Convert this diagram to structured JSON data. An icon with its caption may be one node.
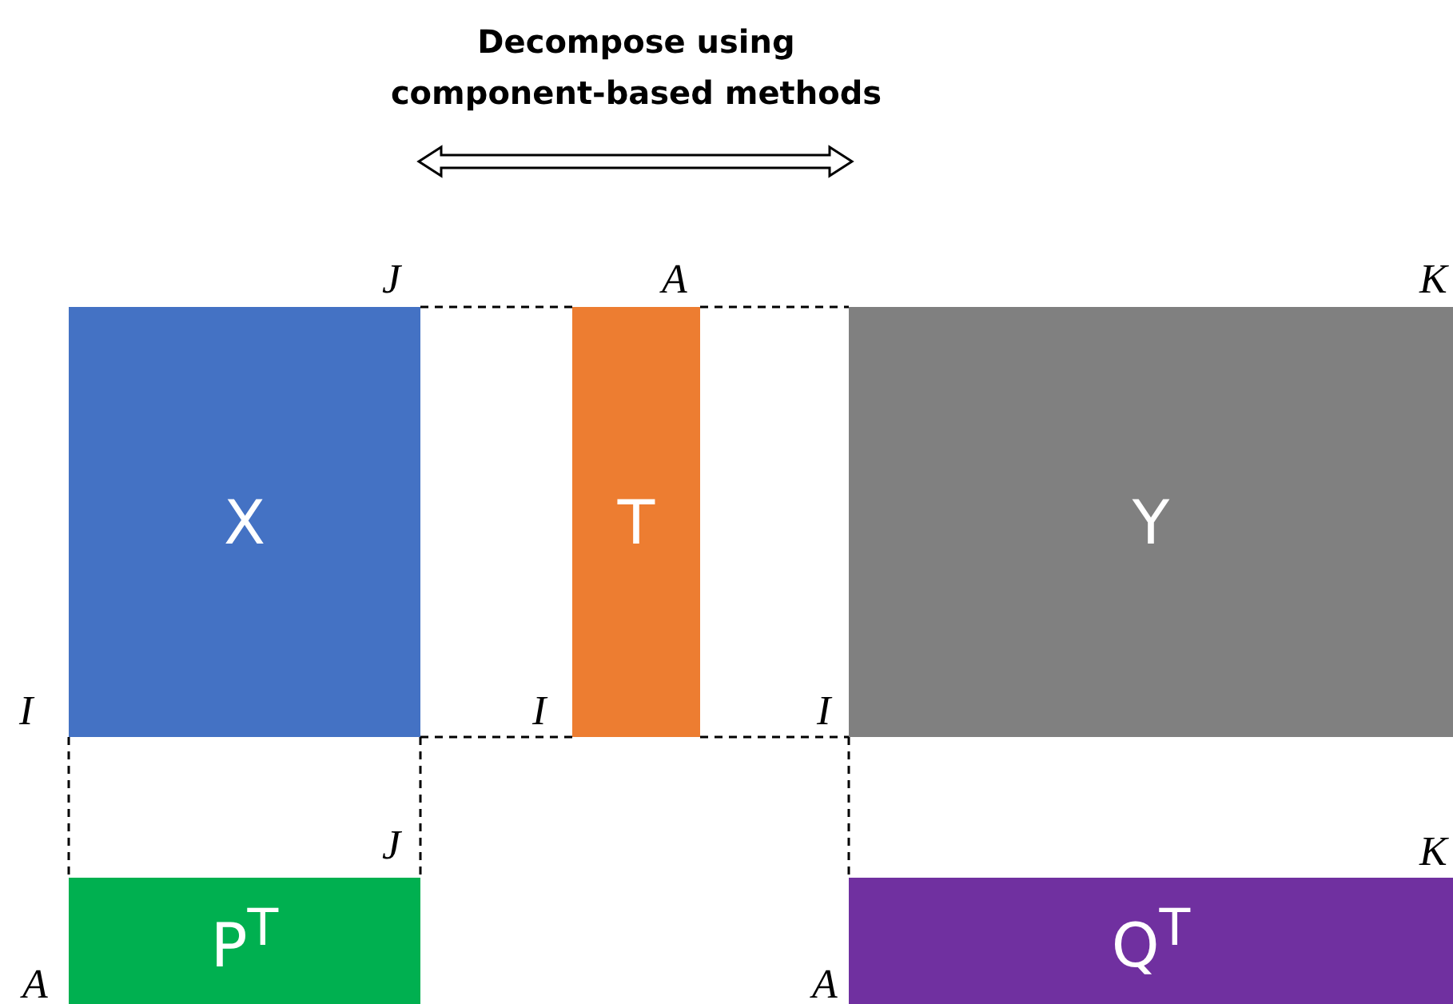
{
  "diagram": {
    "title": "Decompose using component-based methods",
    "nodes": [
      {
        "text": [
          "X"
        ]
      },
      {
        "text": [
          "T"
        ]
      },
      {
        "text": [
          "Y"
        ]
      },
      {
        "text": [
          "P$^{T}$"
        ]
      },
      {
        "text": [
          "Q$^{T}$"
        ]
      }
    ],
    "edges": [
      {
        "from": 0,
        "to": 1,
        "arrow": "none",
        "style": "dashed"
      },
      {
        "from": 1,
        "to": 2,
        "arrow": "none",
        "style": "dashed"
      },
      {
        "from": 0,
        "to": 1,
        "arrow": "none",
        "style": "dashed"
      },
      {
        "from": 1,
        "to": 2,
        "arrow": "none",
        "style": "dashed"
      },
      {
        "from": 0,
        "to": 3,
        "arrow": "none",
        "style": "dashed"
      },
      {
        "from": 0,
        "to": 3,
        "arrow": "none",
        "style": "dashed"
      },
      {
        "from": 2,
        "to": 4,
        "arrow": "none",
        "style": "dashed"
      }
    ],
    "labels": [
      "J",
      "A",
      "K",
      "I",
      "I",
      "I",
      "J",
      "K",
      "A",
      "A"
    ]
  }
}
